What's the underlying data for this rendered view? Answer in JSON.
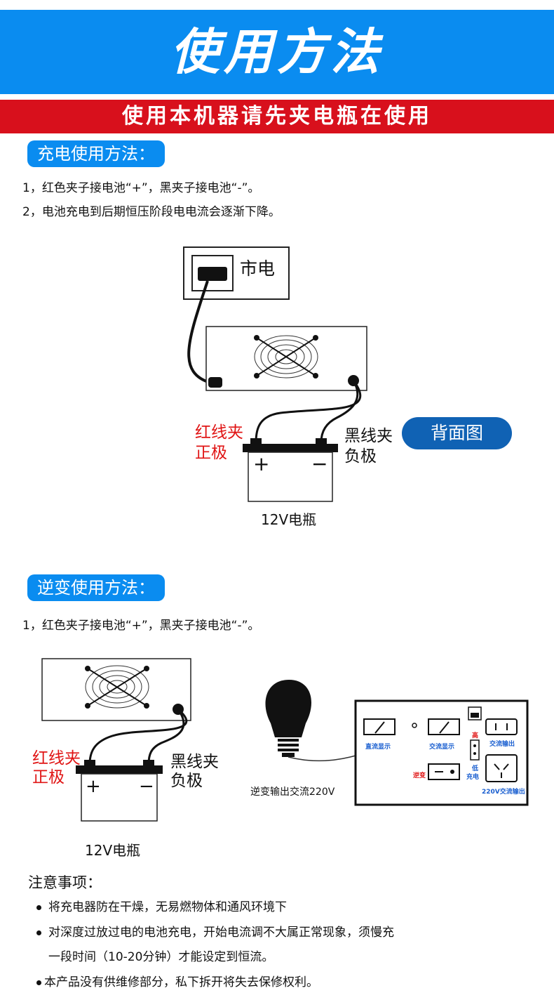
{
  "header": {
    "title": "使用方法",
    "subtitle": "使用本机器请先夹电瓶在使用"
  },
  "charge_section": {
    "pill": "充电使用方法：",
    "lines": [
      "1，红色夹子接电池“+”，黑夹子接电池“-”。",
      "2，电池充电到后期恒压阶段电电流会逐渐下降。"
    ],
    "mains_label": "市电",
    "red_clip": [
      "红线夹",
      "正极"
    ],
    "black_clip": [
      "黑线夹",
      "负极"
    ],
    "plus": "+",
    "minus": "−",
    "battery_label": "12V电瓶",
    "back_view": "背面图"
  },
  "inverter_section": {
    "pill": "逆变使用方法：",
    "lines": [
      "1，红色夹子接电池“+”，黑夹子接电池“-”。"
    ],
    "red_clip": [
      "红线夹",
      "正极"
    ],
    "black_clip": [
      "黑线夹",
      "负极"
    ],
    "plus": "+",
    "minus": "−",
    "battery_label": "12V电瓶",
    "bulb_caption": "逆变输出交流220V",
    "panel": {
      "dc_display": "直流显示",
      "ac_display": "交流显示",
      "high": "高",
      "low": "低",
      "charge": "充电",
      "inverter": "逆变",
      "ac_output": "交流输出",
      "ac_220_output": "220V交流输出"
    }
  },
  "notes": {
    "title": "注意事项：",
    "items": [
      "将充电器防在干燥，无易燃物体和通风环境下",
      "对深度过放过电的电池充电，开始电流调不大属正常现象，须慢充",
      "一段时间（10-20分钟）才能设定到恒流。",
      "本产品没有供维修部分，私下拆开将失去保修权利。"
    ]
  }
}
